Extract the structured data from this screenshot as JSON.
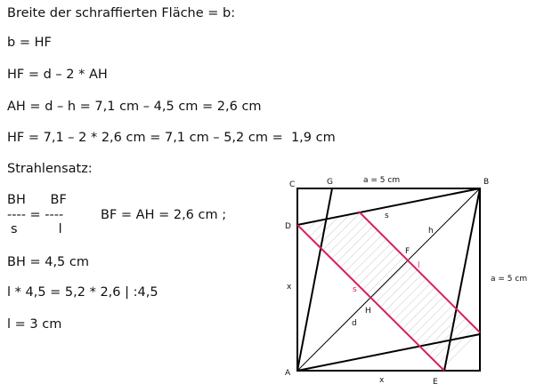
{
  "text": {
    "line1": "Breite der schraffierten Fläche = b:",
    "line2": "b = HF",
    "line3": "HF = d – 2 * AH",
    "line4": "AH = d – h = 7,1 cm – 4,5 cm = 2,6 cm",
    "line5": "HF = 7,1 – 2 * 2,6 cm = 7,1 cm – 5,2 cm =  1,9 cm",
    "line6": "Strahlensatz:",
    "frac_top": "BH      BF",
    "frac_mid": "---- = ----",
    "frac_right": "BF = AH = 2,6 cm ;",
    "frac_bot": "s          l",
    "line7": "BH = 4,5 cm",
    "line8": "l * 4,5 = 5,2 * 2,6 | :4,5",
    "line9": "l = 3 cm"
  },
  "figure": {
    "label_A": "A",
    "label_B": "B",
    "label_C": "C",
    "label_D": "D",
    "label_E": "E",
    "label_F": "F",
    "label_G": "G",
    "label_H": "H",
    "label_top": "a = 5 cm",
    "label_right": "a = 5 cm",
    "label_x_left": "x",
    "label_x_bottom": "x",
    "label_d": "d",
    "label_h": "h",
    "label_s_top": "s",
    "label_s_red": "s",
    "label_l": "l",
    "colors": {
      "red": "#d81e5b",
      "hatch": "#c8c8c8",
      "black": "#000000"
    }
  }
}
